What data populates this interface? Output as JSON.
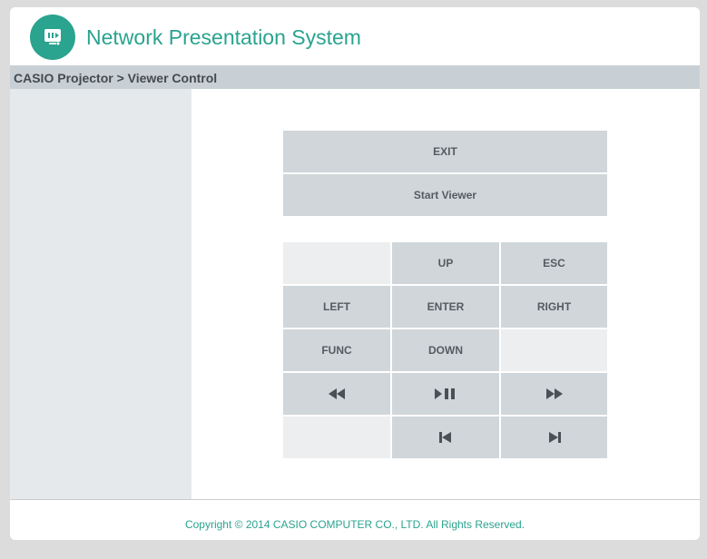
{
  "header": {
    "title": "Network Presentation System",
    "logo_icon": "presentation-play-icon"
  },
  "breadcrumb": {
    "text": "CASIO Projector > Viewer Control"
  },
  "controls": {
    "exit_label": "EXIT",
    "start_viewer_label": "Start Viewer"
  },
  "keypad": {
    "up_label": "UP",
    "esc_label": "ESC",
    "left_label": "LEFT",
    "enter_label": "ENTER",
    "right_label": "RIGHT",
    "func_label": "FUNC",
    "down_label": "DOWN"
  },
  "media": {
    "rewind_icon": "rewind-icon",
    "play_pause_icon": "play-pause-icon",
    "fast_forward_icon": "fast-forward-icon",
    "previous_icon": "skip-previous-icon",
    "next_icon": "skip-next-icon"
  },
  "footer": {
    "copyright": "Copyright © 2014 CASIO COMPUTER CO., LTD. All Rights Reserved."
  },
  "colors": {
    "brand": "#2aa38f",
    "button_bg": "#d0d6d9",
    "breadcrumb_bg": "#c8d0d5",
    "sidebar_bg": "#e6e9eb",
    "page_bg": "#dcdcdc"
  }
}
